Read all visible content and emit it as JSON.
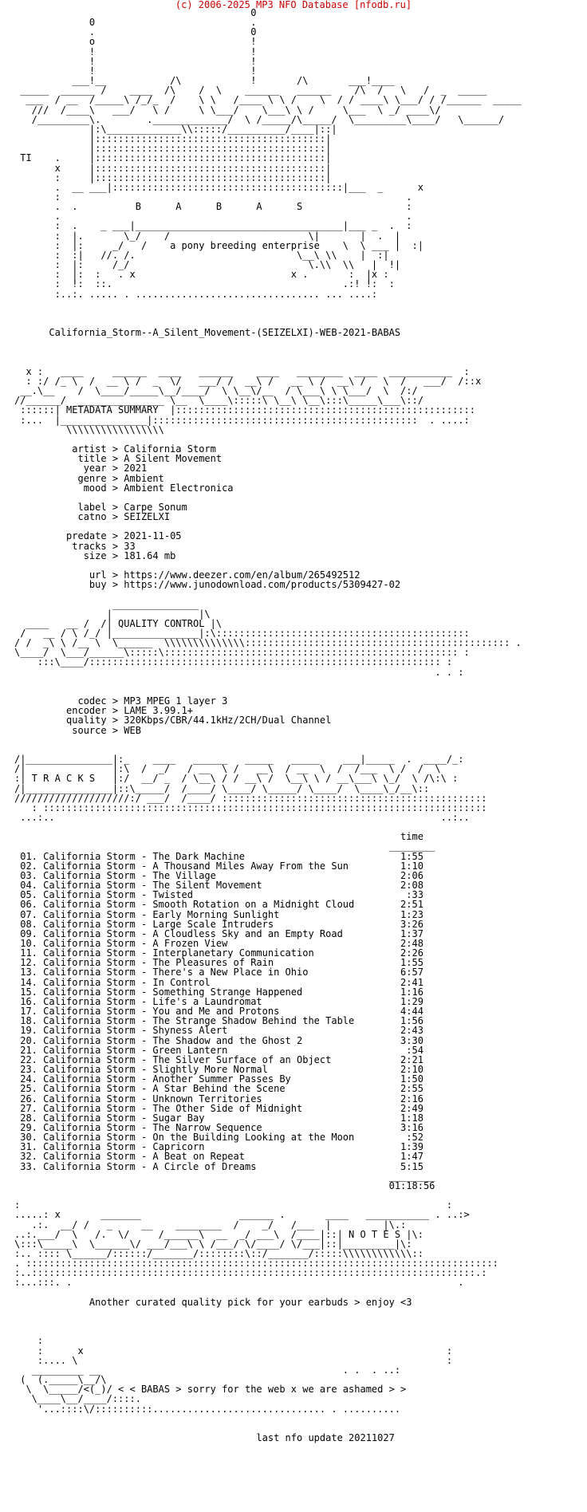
{
  "header": {
    "text": "(c) 2006-2025 MP3 NFO Database [nfodb.ru]",
    "color": "#cc0000"
  },
  "nfo_lines": [
    "                                         0",
    "             0                           .",
    "             .                           0",
    "             o                           !",
    "             !                           !",
    "             !                           !",
    "             !                           !",
    "          ___!__           /\\            !       /\\       ___!____",
    " _____  ______ /    ____  /\\    /  \\    ______   ______    /\\  /   \\   /  _  _____",
    "  ___  / __  /_____\\ /_/_  /    \\ \\   /____ \\ \\ /    \\  / / ____\\ \\___/ / /______  _____",
    "   ///  /____\\   ___/   \\ /     \\ \\___/    \\___\\ \\ /     \\___  \\ _/ ____\\/",
    "   /_________\\.        ._____________/  \\ /_____/\\_____/  \\_________\\____/   \\______/",
    "             |:\\_____________\\\\:::::/__________/____|::|",
    "             |::::::::::::::::::::::::::::::::::::::::|",
    "             |::::::::::::::::::::::::::::::::::::::::|",
    " TI    .     |::::::::::::::::::::::::::::::::::::::::|",
    "       x     |::::::::::::::::::::::::::::::::::::::::|",
    "       :     |::::::::::::::::::::::::::::::::::::::::|",
    "       .  __ ___|::::::::::::::::::::::::::::::::::::::::|___  _      x",
    "       :                                                            .",
    "       .  .          B      A      B      A      S                  :",
    "       .                                                            .",
    "       :  .    _ ___|____________________________________|___ _  .  :",
    "       :  |.       \\_/    /                        \\|       |  .  |",
    "       :  |:     _/   /    a pony breeding enterprise    \\  \\ ___ |  :|",
    "       :  :|   //. /.                            \\__\\ \\\\    |  :|",
    "       :  |:     /_/                               \\.\\\\  \\\\   |  !|",
    "       :  |:  :   . x                           x .       :  |x :",
    "       :  !:  ::.                                        .:! !:  :",
    "       :..:. ..... . ................................ ... ....:",
    "",
    "",
    "",
    "      California_Storm--A_Silent_Movement-(SEIZELXI)-WEB-2021-BABAS",
    "",
    "",
    "",
    "  x :   ____     ______  ____   ______    ____   ________  ____  ___________  :",
    "  : :/ /_ \\  /  __ \\ /  _  \\/   ___/ /  __\\ /   __ \\ /  __\\ /   \\  /   ___/  /::x",
    " __.\\__    /  \\____/_____\\__/____/  \\ \\__\\/__  / \\___\\ \\ \\___/  \\  /:/",
    "//______/  _______________ \\__  \\____\\:::::\\ \\__\\ \\__\\:::\\_____\\___\\::/",
    " ::::::| METADATA SUMMARY  |::::::::::::::::::::::::::::::::::::::::::::::::::::",
    " :...  |_______________|::::::::::::::::::::::::::::::::::::::::::::::  . ....:",
    "         \\\\\\\\\\\\\\\\\\\\\\\\\\\\\\\\\\",
    "",
    "          artist > California Storm",
    "           title > A Silent Movement",
    "            year > 2021",
    "           genre > Ambient",
    "            mood > Ambient Electronica",
    "",
    "           label > Carpe Sonum",
    "           catno > SEIZELXI",
    "",
    "         predate > 2021-11-05",
    "          tracks > 33",
    "            size > 181.64 mb",
    "",
    "             url > https://www.deezer.com/en/album/265492512",
    "             buy > https://www.junodownload.com/products/5309427-02",
    "",
    "                 _______________",
    "                |               |\\",
    "  ____   __ /  /| QUALITY CONTROL |\\",
    " /   __ / \\ /_/ |_______________|:\\::::::::::::::::::::::::::::::::::::::::::::",
    "/ /  _\\ \\ /__ \\  \\______  \\\\\\\\\\\\\\\\\\\\\\\\\\\\:::::::::::::::::::::::::::::::::::::::::::::: .",
    "\\____/  \\___/______\\:::::\\::::::::::::::::::::::::::::::::::::::::::::::::::: :",
    "    :::\\____/::::::::::::::::::::::::::::::::::::::::::::::::::::::::::::: :",
    "                                                                         . . :",
    "",
    "",
    "           codec > MP3 MPEG 1 layer 3",
    "         encoder > LAME 3.99.1+",
    "         quality > 320Kbps/CBR/44.1kHz/2CH/Dual Channel",
    "          source > WEB",
    "",
    "",
    "/|_______________|:_    ____   ______   _____   _____    ___|_____  .  ____/_:",
    "/|               |:\\  /  _/   / __  \\ /   __\\  / __  \\  /  /___  \\ /  /  \\",
    ":| T R A C K S   |:/  __/ _  / \\__\\ / / __\\ /  \\__\\ \\ / __\\___\\ \\_/  \\ /\\:\\ :",
    "/|_______________|::\\_____/  /____/ \\____/ \\_____/ \\____/  \\____\\_/__\\::",
    "////////////////////:/ ___/  /____/ ::::::::::::::::::::::::::::::::::::::::::::::",
    "   : :::::::::::::::::::::::::::::::::::::::::::::::::::::::::::::::::::::::::::::",
    " ...:..                                                                   ..:..",
    "",
    "                                                                   time",
    "                                                                 ________",
    " 01. California Storm - The Dark Machine                           1:55",
    " 02. California Storm - A Thousand Miles Away From the Sun         1:10",
    " 03. California Storm - The Village                                2:06",
    " 04. California Storm - The Silent Movement                        2:08",
    " 05. California Storm - Twisted                                     :33",
    " 06. California Storm - Smooth Rotation on a Midnight Cloud        2:51",
    " 07. California Storm - Early Morning Sunlight                     1:23",
    " 08. California Storm - Large Scale Intruders                      3:26",
    " 09. California Storm - A Cloudless Sky and an Empty Road          1:37",
    " 10. California Storm - A Frozen View                              2:48",
    " 11. California Storm - Interplanetary Communication               2:26",
    " 12. California Storm - The Pleasures of Rain                      1:55",
    " 13. California Storm - There's a New Place in Ohio                6:57",
    " 14. California Storm - In Control                                 2:41",
    " 15. California Storm - Something Strange Happened                 1:16",
    " 16. California Storm - Life's a Laundromat                        1:29",
    " 17. California Storm - You and Me and Protons                     4:44",
    " 18. California Storm - The Strange Shadow Behind the Table        1:56",
    " 19. California Storm - Shyness Alert                              2:43",
    " 20. California Storm - The Shadow and the Ghost 2                 3:30",
    " 21. California Storm - Green Lantern                               :54",
    " 22. California Storm - The Silver Surface of an Object            2:21",
    " 23. California Storm - Slightly More Normal                       2:10",
    " 24. California Storm - Another Summer Passes By                   1:50",
    " 25. California Storm - A Star Behind the Scene                    2:55",
    " 26. California Storm - Unknown Territories                        2:16",
    " 27. California Storm - The Other Side of Midnight                 2:49",
    " 28. California Storm - Sugar Bay                                  1:18",
    " 29. California Storm - The Narrow Sequence                        3:16",
    " 30. California Storm - On the Building Looking at the Moon         :52",
    " 31. California Storm - Capricorn                                  1:39",
    " 32. California Storm - A Beat on Repeat                           1:47",
    " 33. California Storm - A Circle of Dreams                         5:15",
    "                                                                 ________",
    "                                                                 01:18:56",
    "",
    ":                                                                          :",
    ".....: x       _______                 ______ .       ____   ___________ . ..:>",
    "   .:.  __/ /   _     __    ________  /    _/   /___  |         |\\.:",
    "..:.___/  \\   /.  \\/     /______\\  __  _/ ___\\  /____|::| N O T E S |\\:",
    "\\:::\\_____\\  \\______\\/ ___/___\\ \\ /___/ \\/____/ \\/___|::|_________|\\:",
    ":.. :::: \\______/::::::/_______/::::::::\\::/_______/:::::\\\\\\\\\\\\\\\\\\\\\\\\::",
    ". ::::::::::::::::::::::::::::::::::::::::::::::::::::::::::::::::::::::::::::::::::",
    ":..:::::::::::::::::::::::::::::::::::::::::::::::::::::::::::::::::::::::::::::.:",
    ":...:::. .                                                                   .",
    "",
    "             Another curated quality pick for your earbuds > enjoy <3",
    "",
    "",
    "",
    "    :",
    "    :      x                                                               :",
    "    :.... \\                                                                :",
    "   _________ __                                          . .  . ..:",
    " (  (._____\\__/\\                                                   ",
    "  \\  \\_____/<(_)/ < < BABAS > sorry for the web x we are ashamed > >",
    "   \\____\\__/____/::::.",
    "    '...::::\\/::::::::::.............................. . ..........",
    "",
    "",
    "                                          last nfo update 20211027"
  ]
}
